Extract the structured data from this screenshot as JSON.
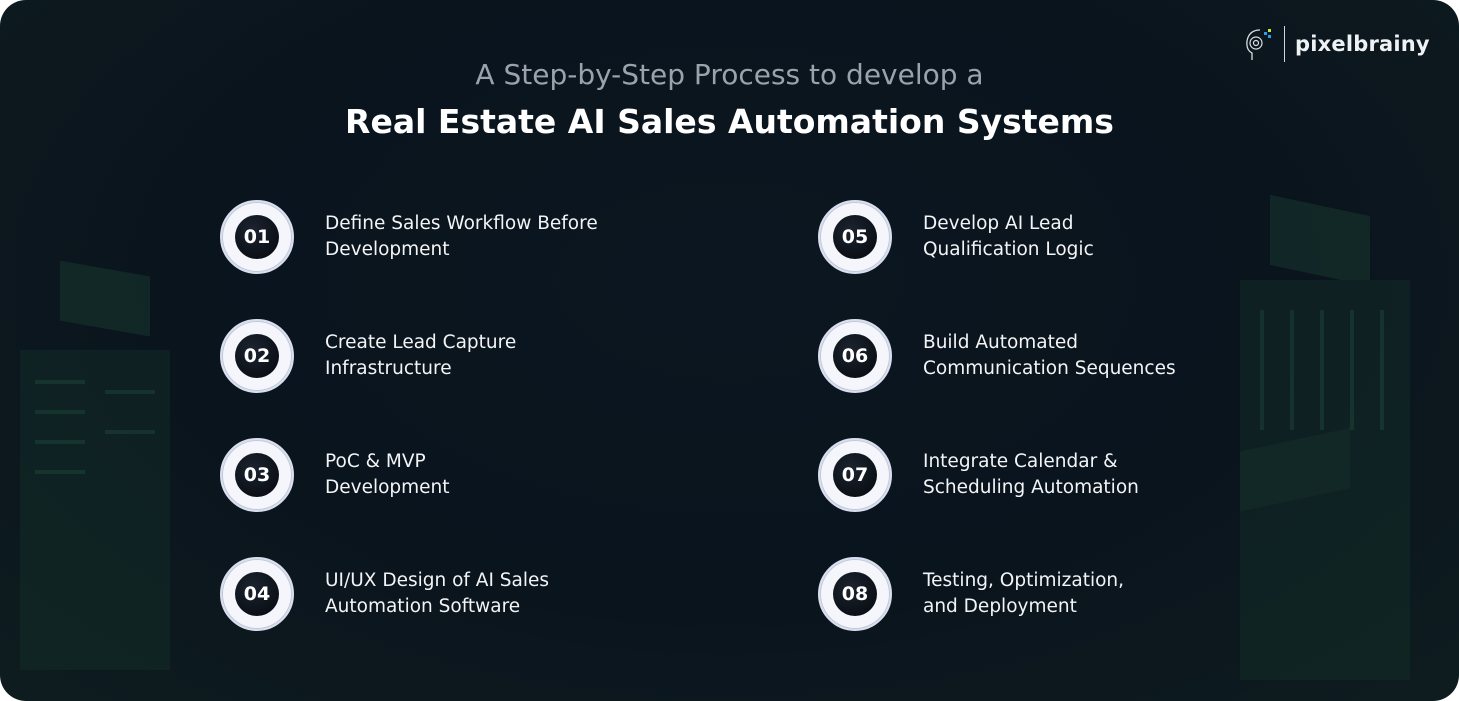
{
  "brand": {
    "name": "pixelbrainy"
  },
  "title": {
    "line1": "A Step-by-Step Process to develop a",
    "line2": "Real Estate AI Sales Automation Systems"
  },
  "steps": [
    {
      "num": "01",
      "line1": "Define Sales Workflow Before",
      "line2": "Development"
    },
    {
      "num": "02",
      "line1": "Create Lead Capture",
      "line2": "Infrastructure"
    },
    {
      "num": "03",
      "line1": "PoC & MVP",
      "line2": "Development"
    },
    {
      "num": "04",
      "line1": "UI/UX Design of AI Sales",
      "line2": "Automation Software"
    },
    {
      "num": "05",
      "line1": "Develop AI Lead",
      "line2": "Qualification Logic"
    },
    {
      "num": "06",
      "line1": "Build Automated",
      "line2": "Communication Sequences"
    },
    {
      "num": "07",
      "line1": "Integrate Calendar &",
      "line2": "Scheduling Automation"
    },
    {
      "num": "08",
      "line1": "Testing, Optimization,",
      "line2": "and Deployment"
    }
  ]
}
